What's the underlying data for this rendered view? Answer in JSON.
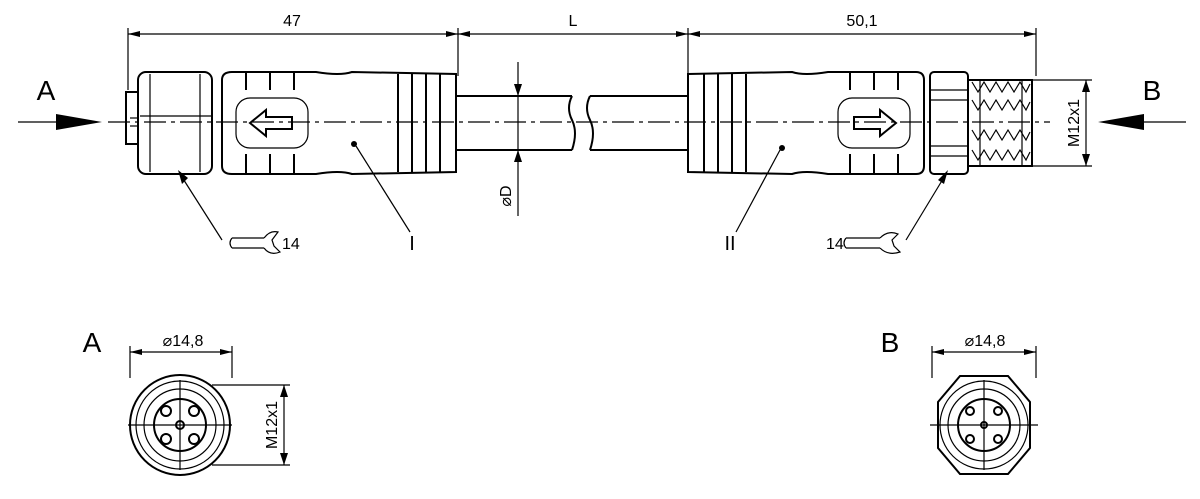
{
  "dimensions": {
    "left_connector_length": "47",
    "cable_length": "L",
    "right_connector_length": "50,1",
    "cable_diameter": "⌀D",
    "thread_right": "M12x1",
    "face_a_diameter": "⌀14,8",
    "face_a_thread": "M12x1",
    "face_b_diameter": "⌀14,8"
  },
  "views": {
    "left_view_label": "A",
    "right_view_label": "B",
    "face_a_label": "A",
    "face_b_label": "B"
  },
  "callouts": {
    "body_left": "I",
    "body_right": "II",
    "wrench_left": "14",
    "wrench_right": "14"
  },
  "icons": {
    "left_arrow": "arrow-left-outline-icon",
    "right_arrow": "arrow-right-outline-icon",
    "wrench": "open-wrench-icon",
    "face_pins": "m12-4pin-socket-icon"
  }
}
